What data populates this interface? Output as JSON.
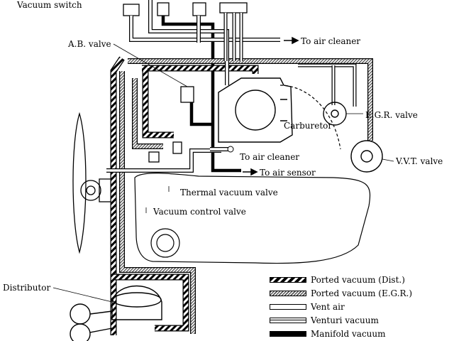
{
  "labels": {
    "vacuum_switch": "Vacuum switch",
    "to_air_cleaner_top": "To air cleaner",
    "ab_valve": "A.B. valve",
    "carburetor": "Carburetor",
    "egr_valve": "E.G.R. valve",
    "vvt_valve": "V.V.T. valve",
    "to_air_cleaner_mid": "To air cleaner",
    "to_air_sensor": "To air sensor",
    "thermal_vacuum_valve": "Thermal vacuum valve",
    "vacuum_control_valve": "Vacuum control valve",
    "distributor": "Distributor"
  },
  "legend": [
    {
      "key": "ported-dist",
      "label": "Ported vacuum (Dist.)"
    },
    {
      "key": "ported-egr",
      "label": "Ported vacuum (E.G.R.)"
    },
    {
      "key": "vent",
      "label": "Vent air"
    },
    {
      "key": "venturi",
      "label": "Venturi vacuum"
    },
    {
      "key": "manifold",
      "label": "Manifold vacuum"
    }
  ]
}
